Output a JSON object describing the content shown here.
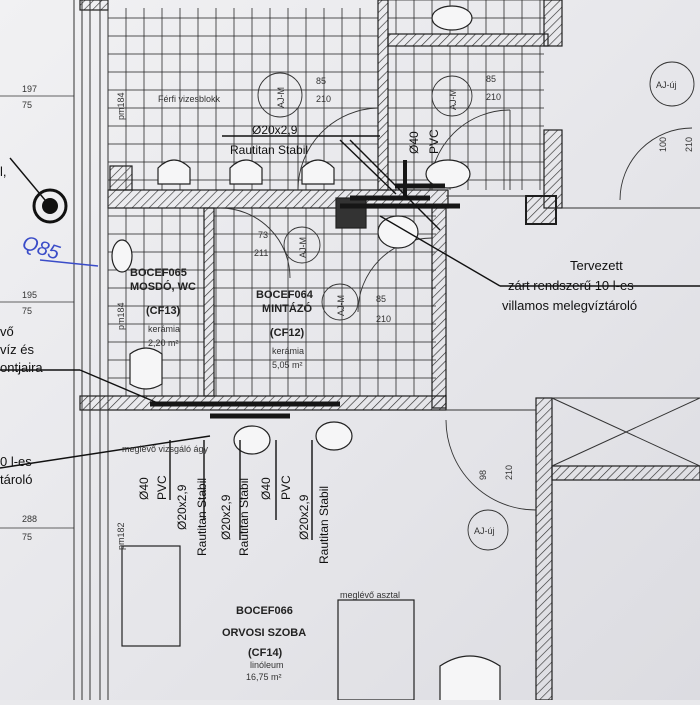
{
  "rooms": {
    "ferfi": {
      "label": "Férfi vizesblokk"
    },
    "cf13": {
      "code": "BOCEF065",
      "name": "MOSDÓ, WC",
      "cf": "(CF13)",
      "material": "kerámia",
      "area": "2,20 m²"
    },
    "cf12": {
      "code": "BOCEF064",
      "name": "MINTÁZÓ",
      "cf": "(CF12)",
      "material": "kerámia",
      "area": "5,05 m²"
    },
    "cf14": {
      "code": "BOCEF066",
      "name": "ORVOSI SZOBA",
      "cf": "(CF14)",
      "material": "linóleum",
      "area": "16,75 m²"
    }
  },
  "levels": [
    {
      "top": "197",
      "bottom": "75"
    },
    {
      "top": "195",
      "bottom": "75"
    },
    {
      "top": "288",
      "bottom": "75"
    }
  ],
  "doors": [
    {
      "tag": "AJ-M",
      "w": "85",
      "h": "210"
    },
    {
      "tag": "AJ-M",
      "w": "85",
      "h": "210"
    },
    {
      "tag": "AJ-M",
      "w": "73",
      "h": "211"
    },
    {
      "tag": "AJ-M",
      "w": "85",
      "h": "210"
    },
    {
      "tag": "AJ-új",
      "w": "100",
      "h": "210"
    },
    {
      "tag": "AJ-új",
      "w": "98",
      "h": "210"
    }
  ],
  "pm": [
    "pm184",
    "pm184",
    "pm182"
  ],
  "pipes_top": {
    "size": "Ø20x2,9",
    "system": "Rautitan Stabil",
    "drain_size": "Ø40",
    "drain_mat": "PVC"
  },
  "pipes_bottom": [
    {
      "l1": "Ø40",
      "l2": "PVC"
    },
    {
      "l1": "Ø20x2,9",
      "l2": "Rautitan Stabil"
    },
    {
      "l1": "Ø20x2,9",
      "l2": "Rautitan Stabil"
    },
    {
      "l1": "Ø40",
      "l2": "PVC"
    },
    {
      "l1": "Ø20x2,9",
      "l2": "Rautitan Stabil"
    }
  ],
  "callout": {
    "line1": "Tervezett",
    "line2": "zárt rendszerű 10 l-es",
    "line3": "villamos melegvíztároló"
  },
  "left_fragments": {
    "a": "l,",
    "b": "vő",
    "c": "víz és",
    "d": "ontjaira",
    "e": "0 l-es",
    "f": "tároló"
  },
  "notes": {
    "bed": "meglévő vizsgáló ágy",
    "table": "meglévő asztal"
  },
  "handwriting": "Q85",
  "colors": {
    "ink": "#1e1e1e",
    "blue_ink": "#3a4cc8",
    "paper": "#ececef"
  }
}
